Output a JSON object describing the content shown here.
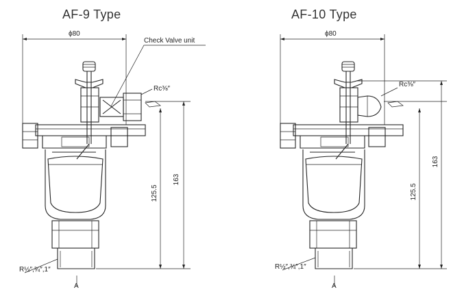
{
  "drawings": [
    {
      "title": "AF-9 Type",
      "diameter_label": "ϕ80",
      "check_valve_label": "Check Valve unit",
      "rc_label": "Rc⅜″",
      "height_total": "163",
      "height_inner": "125.5",
      "thread_label": "R½″,¾″,1″",
      "arrow_mark": "A"
    },
    {
      "title": "AF-10 Type",
      "diameter_label": "ϕ80",
      "rc_label": "Rc⅜″",
      "height_total": "163",
      "height_inner": "125.5",
      "thread_label": "R½″,¾″,1″",
      "arrow_mark": "A"
    }
  ]
}
